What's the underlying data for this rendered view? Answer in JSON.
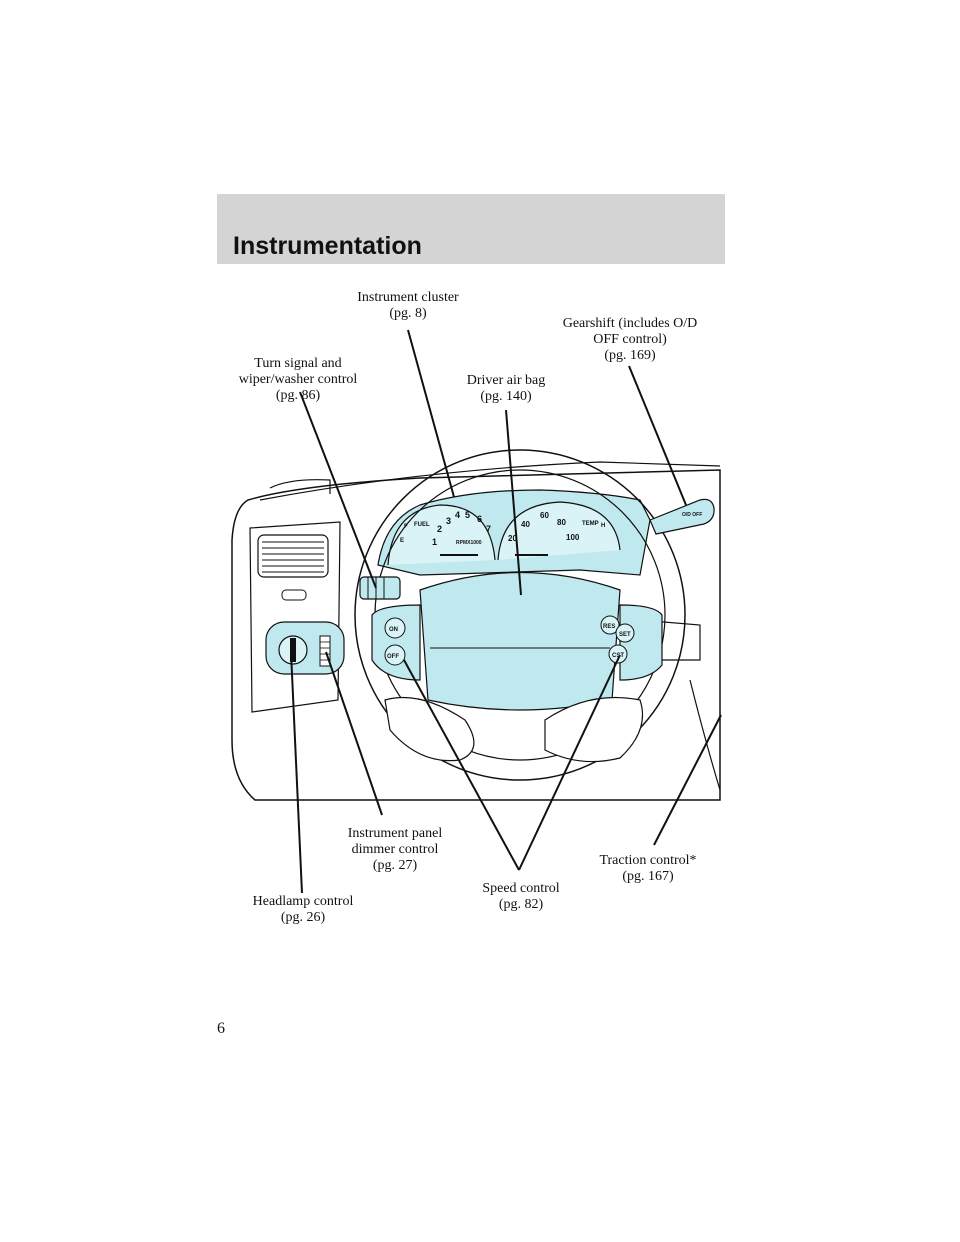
{
  "section": {
    "title": "Instrumentation"
  },
  "callouts": {
    "instrument_cluster": "Instrument cluster\n(pg. 8)",
    "gearshift": "Gearshift (includes O/D\nOFF control)\n(pg. 169)",
    "turn_signal": "Turn signal and\nwiper/washer control\n(pg. 86)",
    "driver_air_bag": "Driver air bag\n(pg. 140)",
    "panel_dimmer": "Instrument panel\ndimmer control\n(pg. 27)",
    "traction_control": "Traction control*\n(pg. 167)",
    "speed_control": "Speed control\n(pg. 82)",
    "headlamp": "Headlamp control\n(pg. 26)"
  },
  "gauges": {
    "tach_numbers": [
      "1",
      "2",
      "3",
      "4",
      "5",
      "6",
      "7"
    ],
    "speed_numbers": [
      "20",
      "40",
      "60",
      "80",
      "100"
    ],
    "fuel_label": "FUEL",
    "temp_label": "TEMP",
    "tach_unit": "RPMX1000",
    "fuel_e": "E",
    "fuel_f": "F",
    "temp_h": "H"
  },
  "controls": {
    "speed_on": "ON",
    "speed_off": "OFF",
    "speed_res": "RES",
    "speed_set": "SET",
    "speed_cst": "CST",
    "od_off": "O/D OFF"
  },
  "page": {
    "number": "6"
  },
  "colors": {
    "header_bg": "#d4d4d4",
    "highlight": "#bfe9ee",
    "line": "#111111"
  }
}
